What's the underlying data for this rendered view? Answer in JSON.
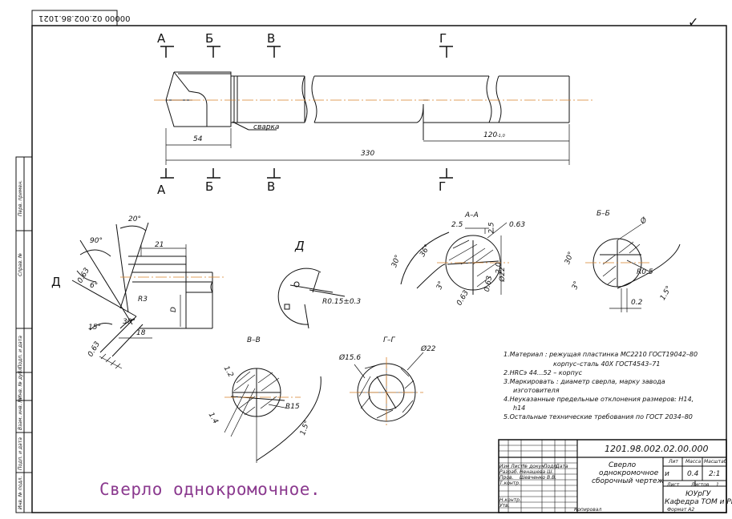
{
  "stamp": "00000 02.002.86.1021",
  "check_mark": "✓",
  "section_marks": {
    "A": "А",
    "B": "Б",
    "V": "В",
    "G": "Г",
    "D": "Д"
  },
  "dims_main": {
    "d1": "54",
    "d2": "330",
    "d3": "120",
    "d3_tol": "-1,0",
    "weld": "сварка"
  },
  "dims_head": {
    "a1": "20°",
    "a2": "90°",
    "a3": "6°",
    "a4": "30°",
    "a5": "15°",
    "r1": "0.63",
    "r2": "0.63",
    "l1": "21",
    "l2": "18",
    "r3": "R3",
    "d": "D"
  },
  "view_d": {
    "r": "R0.15±0.3"
  },
  "aa": {
    "title": "А–А",
    "d1": "2.5",
    "d2": "2.5",
    "r": "0.63",
    "a1": "30°",
    "a2": "36°",
    "a3": "3°",
    "d3": "0.63",
    "dia": "Ø22",
    "w": "2.0",
    "r2": "0.63"
  },
  "bb": {
    "title": "Б–Б",
    "d": "Ø",
    "a1": "30°",
    "a2": "3°",
    "r": "R0.5",
    "w": "0.2",
    "ang": "1.5°"
  },
  "vv": {
    "title": "В–В",
    "d1": "1.2",
    "d2": "1.4",
    "r": "R15",
    "ang": "1.5°"
  },
  "gg": {
    "title": "Г–Г",
    "d1": "Ø15.6",
    "d2": "Ø22"
  },
  "notes": [
    "1.Материал : режущая пластинка МС2210 ГОСТ19042–80",
    "корпус–сталь 40Х ГОСТ4543–71",
    "2.HRCэ 44...52 – корпус",
    "3.Маркировать : диаметр сверла, марку завода",
    "изготовителя",
    "4.Неуказанные предельные отклонения размеров: Н14,",
    "h14",
    "5.Остальные технические требования по ГОСТ 2034–80"
  ],
  "titleblock": {
    "number": "1201.98.002.02.00.000",
    "name1": "Сверло",
    "name2": "однокромочное",
    "name3": "сборочный чертеж",
    "lit": "Лит",
    "mass": "Масса",
    "scale": "Масштаб",
    "mass_val": "0.4",
    "scale_val": "2:1",
    "sheet": "Лист",
    "sheets": "Листов",
    "sheets_val": "1",
    "org1": "ЮУрГУ",
    "org2": "Кафедра ТОМ и РИТ",
    "rows": [
      "Изм Лист",
      "Разраб.",
      "Пров.",
      "Т.контр.",
      "Н.контр.",
      "Утв."
    ],
    "cols": [
      "№ докум.",
      "Подп.",
      "Дата"
    ],
    "names": [
      "Ненашева Ш.",
      "Шевченко В.В."
    ],
    "u": "и",
    "copied": "Копировал",
    "format": "Формат А2"
  },
  "side_labels": [
    "Перв. примен.",
    "Справ. №",
    "Подп. и дата",
    "Инв. № дубл.",
    "Взам. инв. №",
    "Подп. и дата",
    "Инв. № подл."
  ],
  "caption": "Сверло однокромочное."
}
